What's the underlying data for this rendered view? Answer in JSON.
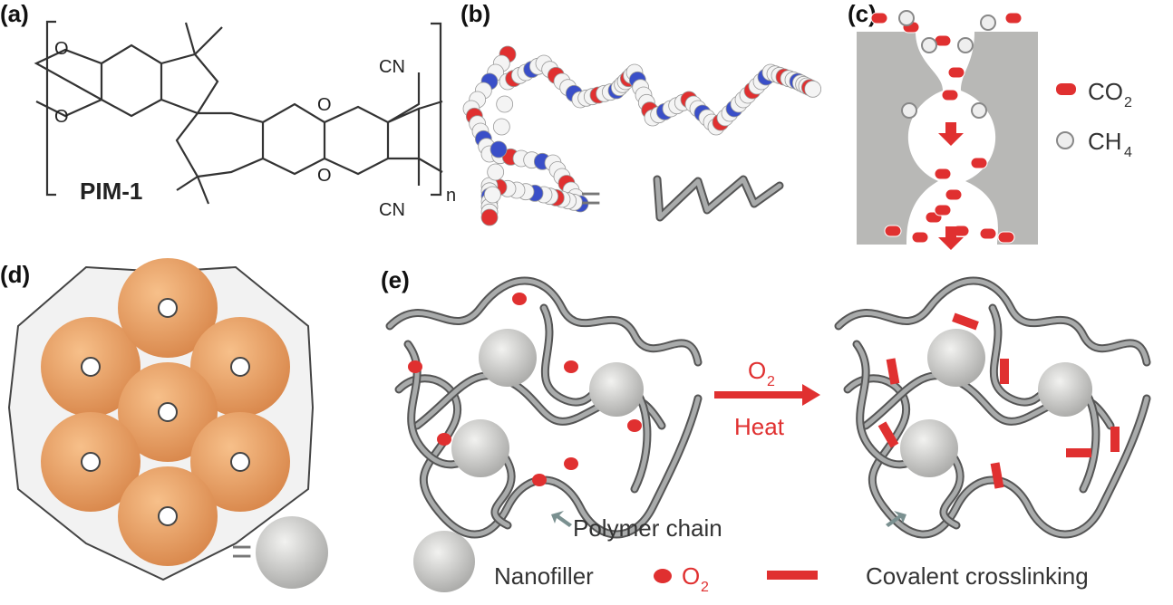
{
  "panels": {
    "a": {
      "label": "(a)",
      "name": "PIM-1",
      "o_atom": "O",
      "cn_group": "CN",
      "repeat": "n"
    },
    "b": {
      "label": "(b)",
      "equals": "="
    },
    "c": {
      "label": "(c)",
      "co2_base": "CO",
      "co2_sub": "2",
      "ch4_base": "CH",
      "ch4_sub": "4"
    },
    "d": {
      "label": "(d)",
      "equals": "="
    },
    "e": {
      "label": "(e)",
      "arrow_top_base": "O",
      "arrow_top_sub": "2",
      "arrow_bottom": "Heat",
      "polymer_chain": "Polymer chain",
      "legend": {
        "nanofiller": "Nanofiller",
        "o2_base": "O",
        "o2_sub": "2",
        "crosslink": "Covalent crosslinking"
      }
    }
  },
  "colors": {
    "oxygen_red": "#e03030",
    "nitrogen_blue": "#3a4fc8",
    "chain_gray": "#8f9292",
    "pore_orange": "#f0a060",
    "filler_gray": "#c8c8c6"
  }
}
